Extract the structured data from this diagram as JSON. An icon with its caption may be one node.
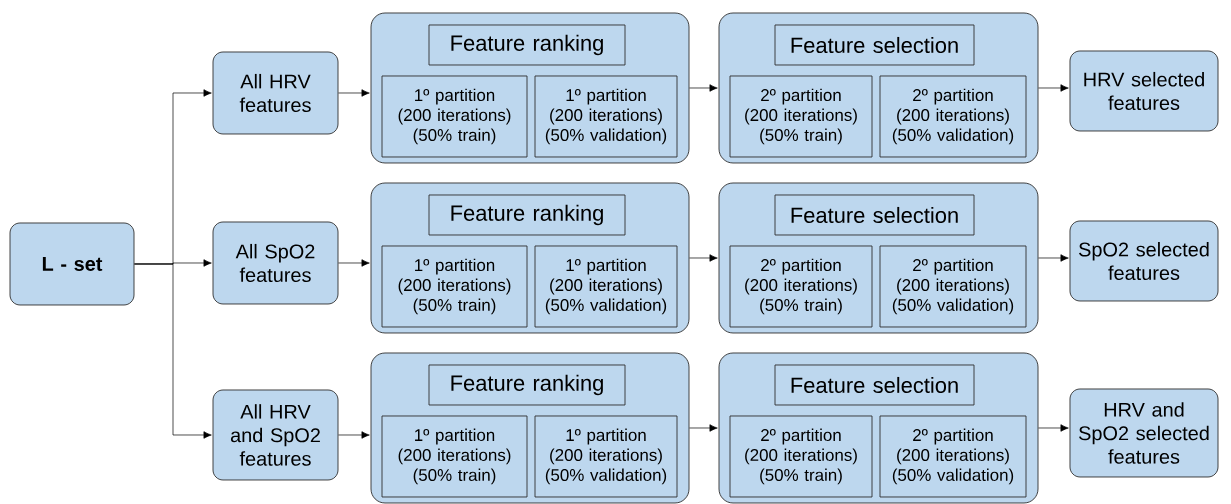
{
  "diagram": {
    "nodes": [
      {
        "text": [
          "L - set"
        ]
      },
      {
        "text": [
          "All HRV features"
        ]
      },
      {
        "text": [],
        "shape": "box"
      },
      {
        "text": [
          "Feature ranking"
        ],
        "in": 2
      },
      {
        "text": [
          "1º partition (200 iterations) (50% train)"
        ],
        "in": 2
      },
      {
        "text": [
          "1º partition (200 iterations) (50% validation)"
        ],
        "in": 2
      },
      {
        "text": [],
        "shape": "box"
      },
      {
        "text": [
          "Feature selection"
        ],
        "in": 6
      },
      {
        "text": [
          "2º partition (200 iterations) (50% train)"
        ],
        "in": 6
      },
      {
        "text": [
          "2º partition (200 iterations) (50% validation)"
        ],
        "in": 6
      },
      {
        "text": [
          "HRV selected features"
        ]
      },
      {
        "text": [
          "All SpO2 features"
        ]
      },
      {
        "text": [],
        "shape": "box"
      },
      {
        "text": [
          "Feature ranking"
        ],
        "in": 12
      },
      {
        "text": [
          "1º partition (200 iterations) (50% train)"
        ],
        "in": 12
      },
      {
        "text": [
          "1º partition (200 iterations) (50% validation)"
        ],
        "in": 12
      },
      {
        "text": [],
        "shape": "box"
      },
      {
        "text": [
          "Feature selection"
        ],
        "in": 16
      },
      {
        "text": [
          "2º partition (200 iterations) (50% train)"
        ],
        "in": 16
      },
      {
        "text": [
          "2º partition (200 iterations) (50% validation)"
        ],
        "in": 16
      },
      {
        "text": [
          "SpO2 selected features"
        ]
      },
      {
        "text": [
          "All HRV and SpO2 features"
        ]
      },
      {
        "text": [],
        "shape": "box"
      },
      {
        "text": [
          "Feature ranking"
        ],
        "in": 22
      },
      {
        "text": [
          "1º partition (200 iterations) (50% train)"
        ],
        "in": 22
      },
      {
        "text": [
          "1º partition (200 iterations) (50% validation)"
        ],
        "in": 22
      },
      {
        "text": [],
        "shape": "box"
      },
      {
        "text": [
          "Feature selection"
        ],
        "in": 26
      },
      {
        "text": [
          "2º partition (200 iterations) (50% train)"
        ],
        "in": 26
      },
      {
        "text": [
          "2º partition (200 iterations) (50% validation)"
        ],
        "in": 26
      },
      {
        "text": [
          "HRV and SpO2 selected features"
        ]
      }
    ],
    "edges": [
      {
        "from": 0,
        "to": 1,
        "arrow": "to"
      },
      {
        "from": 0,
        "to": 11,
        "arrow": "to"
      },
      {
        "from": 0,
        "to": 21,
        "arrow": "to"
      },
      {
        "from": 1,
        "to": 2,
        "arrow": "to"
      },
      {
        "from": 2,
        "to": 6,
        "arrow": "to"
      },
      {
        "from": 6,
        "to": 10,
        "arrow": "to"
      },
      {
        "from": 11,
        "to": 12,
        "arrow": "to"
      },
      {
        "from": 12,
        "to": 16,
        "arrow": "to"
      },
      {
        "from": 16,
        "to": 20,
        "arrow": "to"
      },
      {
        "from": 21,
        "to": 22,
        "arrow": "to"
      },
      {
        "from": 22,
        "to": 26,
        "arrow": "to"
      },
      {
        "from": 26,
        "to": 30,
        "arrow": "to"
      }
    ]
  }
}
